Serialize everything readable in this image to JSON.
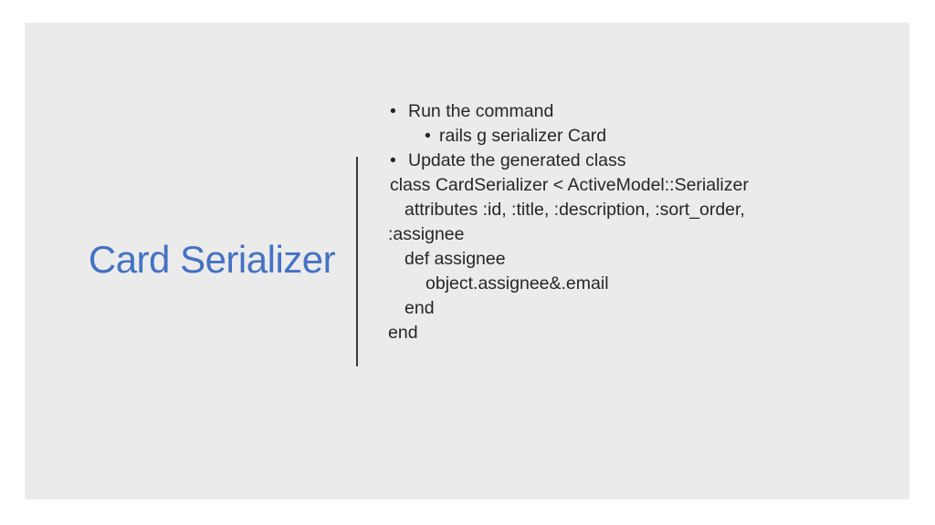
{
  "slide": {
    "title": "Card Serializer",
    "bullet_char": "•",
    "bullets": [
      {
        "level": 1,
        "text": "Run the command"
      },
      {
        "level": 2,
        "text": "rails g serializer Card"
      },
      {
        "level": 1,
        "text": "Update the generated class"
      }
    ],
    "code": {
      "language": "ruby",
      "lines": [
        "class CardSerializer < ActiveModel::Serializer",
        "attributes :id, :title, :description, :sort_order,",
        ":assignee",
        "def assignee",
        "object.assignee&.email",
        "end",
        "end"
      ]
    },
    "colors": {
      "title": "#4472c4",
      "body_text": "#262626",
      "slide_background": "#ebebeb",
      "divider": "#3b3b3b"
    }
  }
}
